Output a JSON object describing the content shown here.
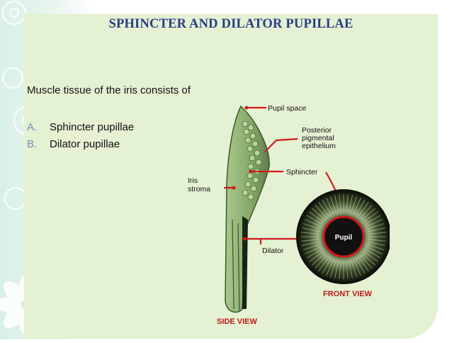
{
  "slide": {
    "title": "SPHINCTER AND DILATOR PUPILLAE",
    "intro": "Muscle tissue of the iris consists of",
    "items": [
      {
        "marker": "A.",
        "text": "Sphincter pupillae"
      },
      {
        "marker": "B.",
        "text": "Dilator pupillae"
      }
    ]
  },
  "diagram": {
    "labels": {
      "pupil_space": "Pupil space",
      "posterior_1": "Posterior",
      "posterior_2": "pigmental",
      "posterior_3": "epithelium",
      "sphincter": "Sphincter",
      "iris_1": "Iris",
      "iris_2": "stroma",
      "dilator": "Dilator",
      "pupil": "Pupil"
    },
    "captions": {
      "side_view": "SIDE VIEW",
      "front_view": "FRONT VIEW"
    }
  },
  "colors": {
    "title": "#2b3b86",
    "panel": "#e4f1d2",
    "marker": "#6f8fbf",
    "leader_line": "#d0181e",
    "tissue": "#8cb070"
  }
}
